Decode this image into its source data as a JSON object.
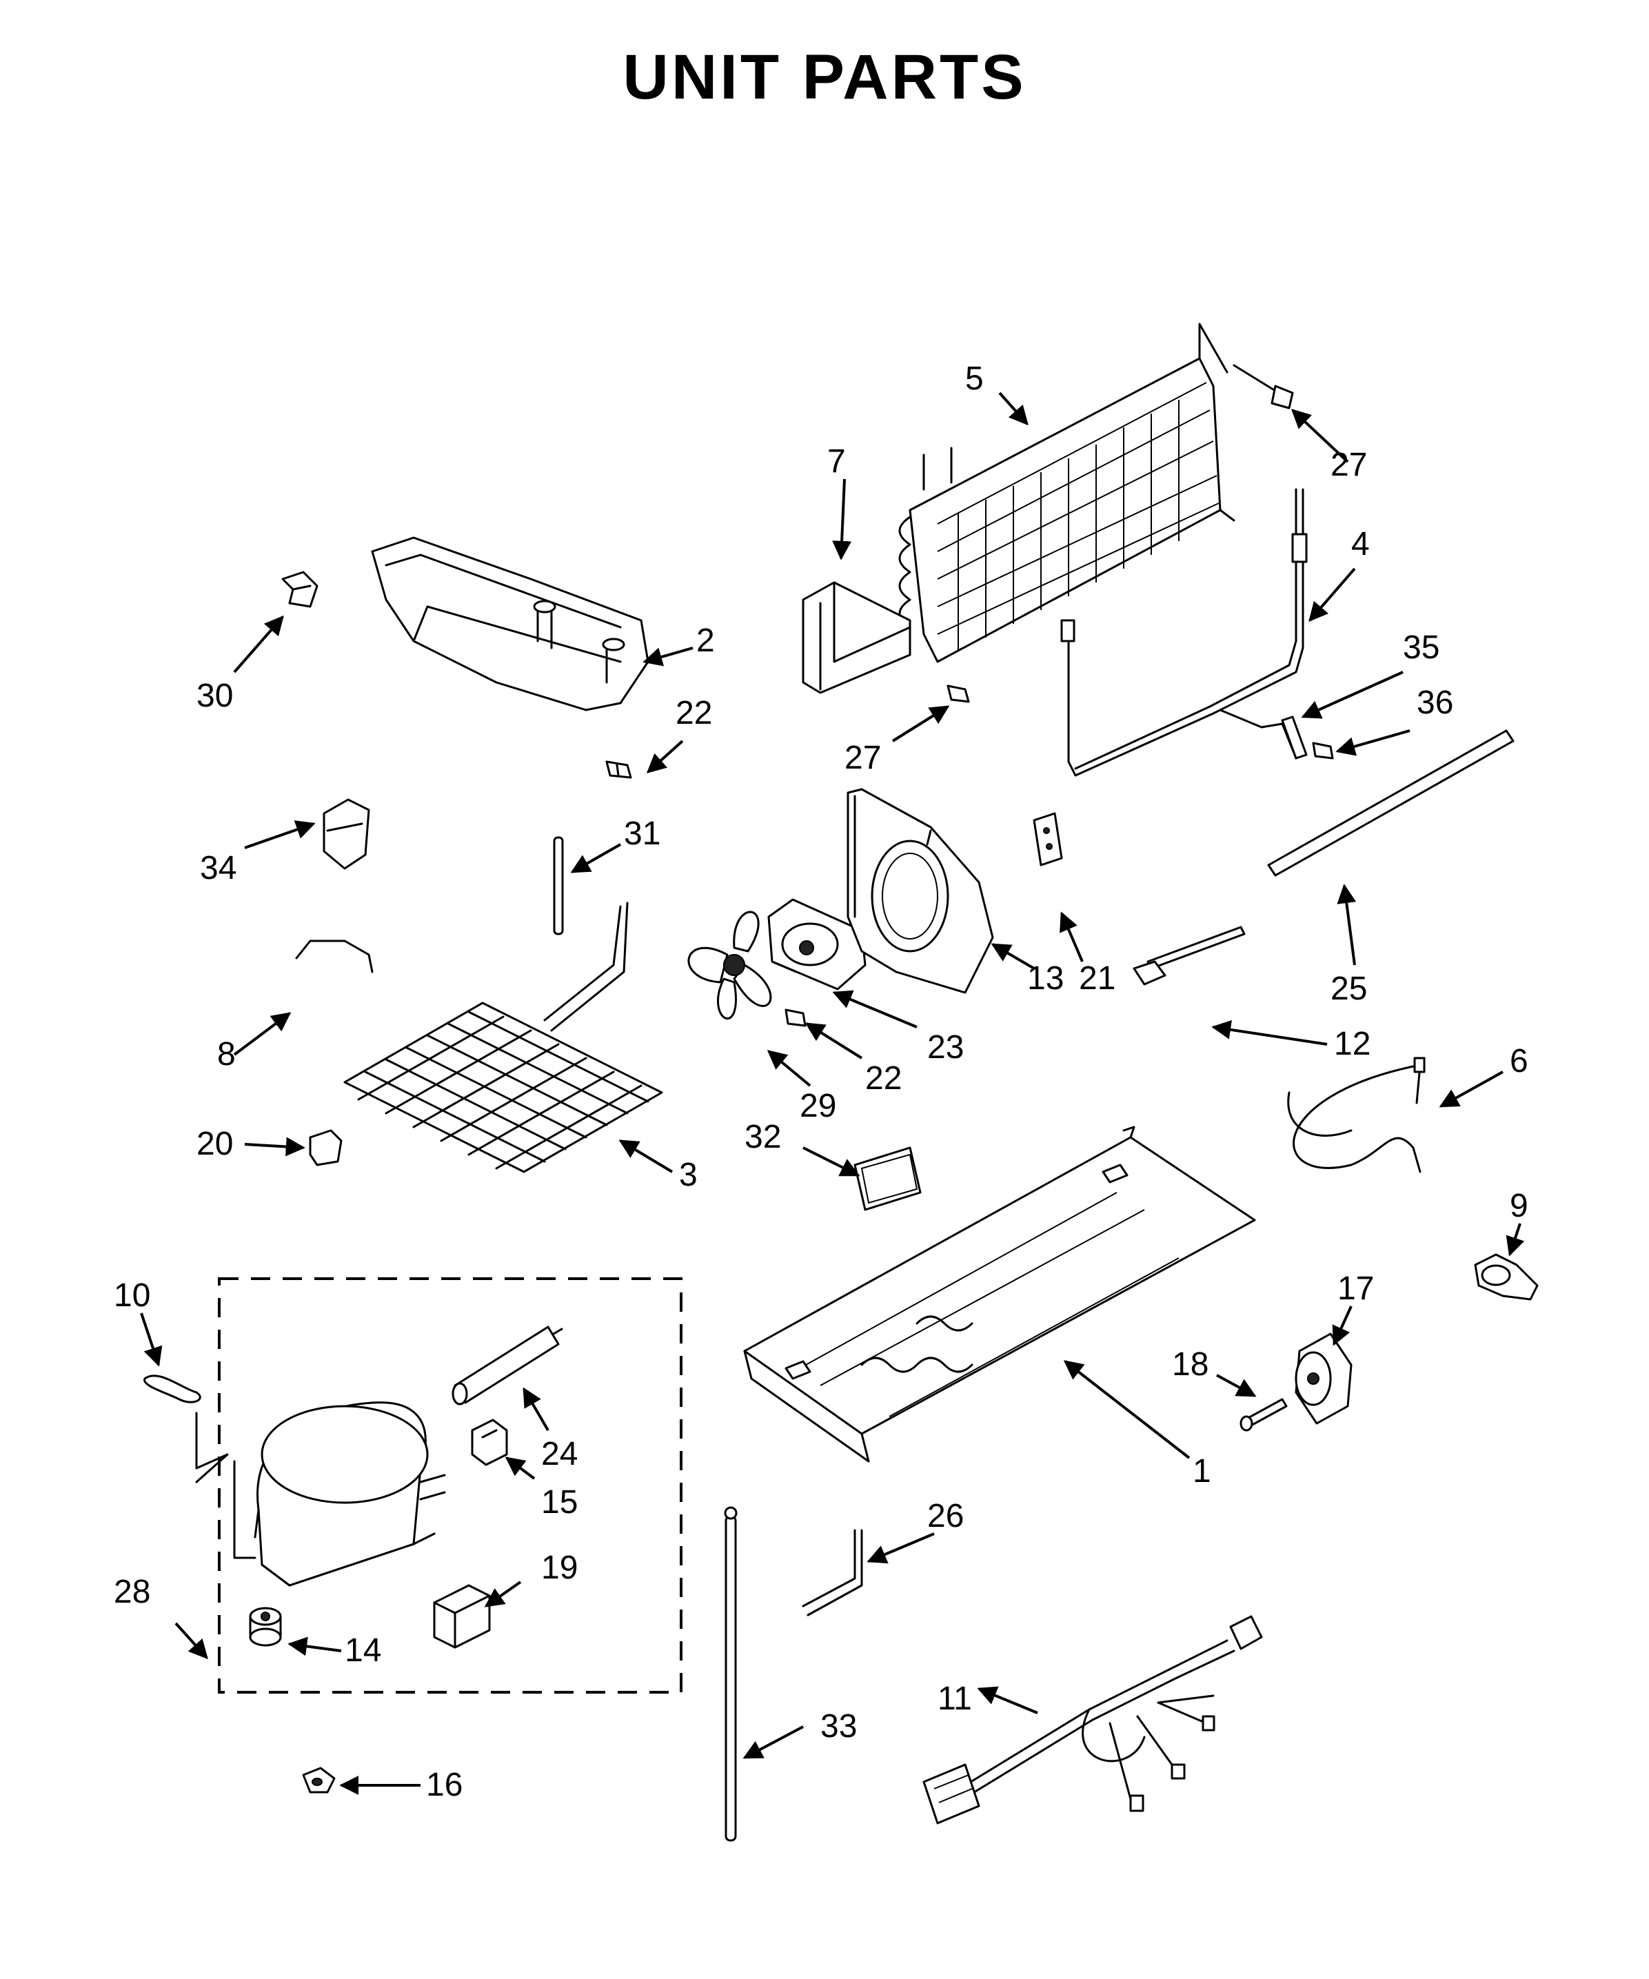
{
  "title": "UNIT PARTS",
  "callouts": [
    "1",
    "2",
    "3",
    "4",
    "5",
    "6",
    "7",
    "8",
    "9",
    "10",
    "11",
    "12",
    "13",
    "14",
    "15",
    "16",
    "17",
    "18",
    "19",
    "20",
    "21",
    "22",
    "22",
    "23",
    "24",
    "25",
    "26",
    "27",
    "27",
    "28",
    "29",
    "30",
    "31",
    "32",
    "33",
    "34",
    "35",
    "36"
  ]
}
